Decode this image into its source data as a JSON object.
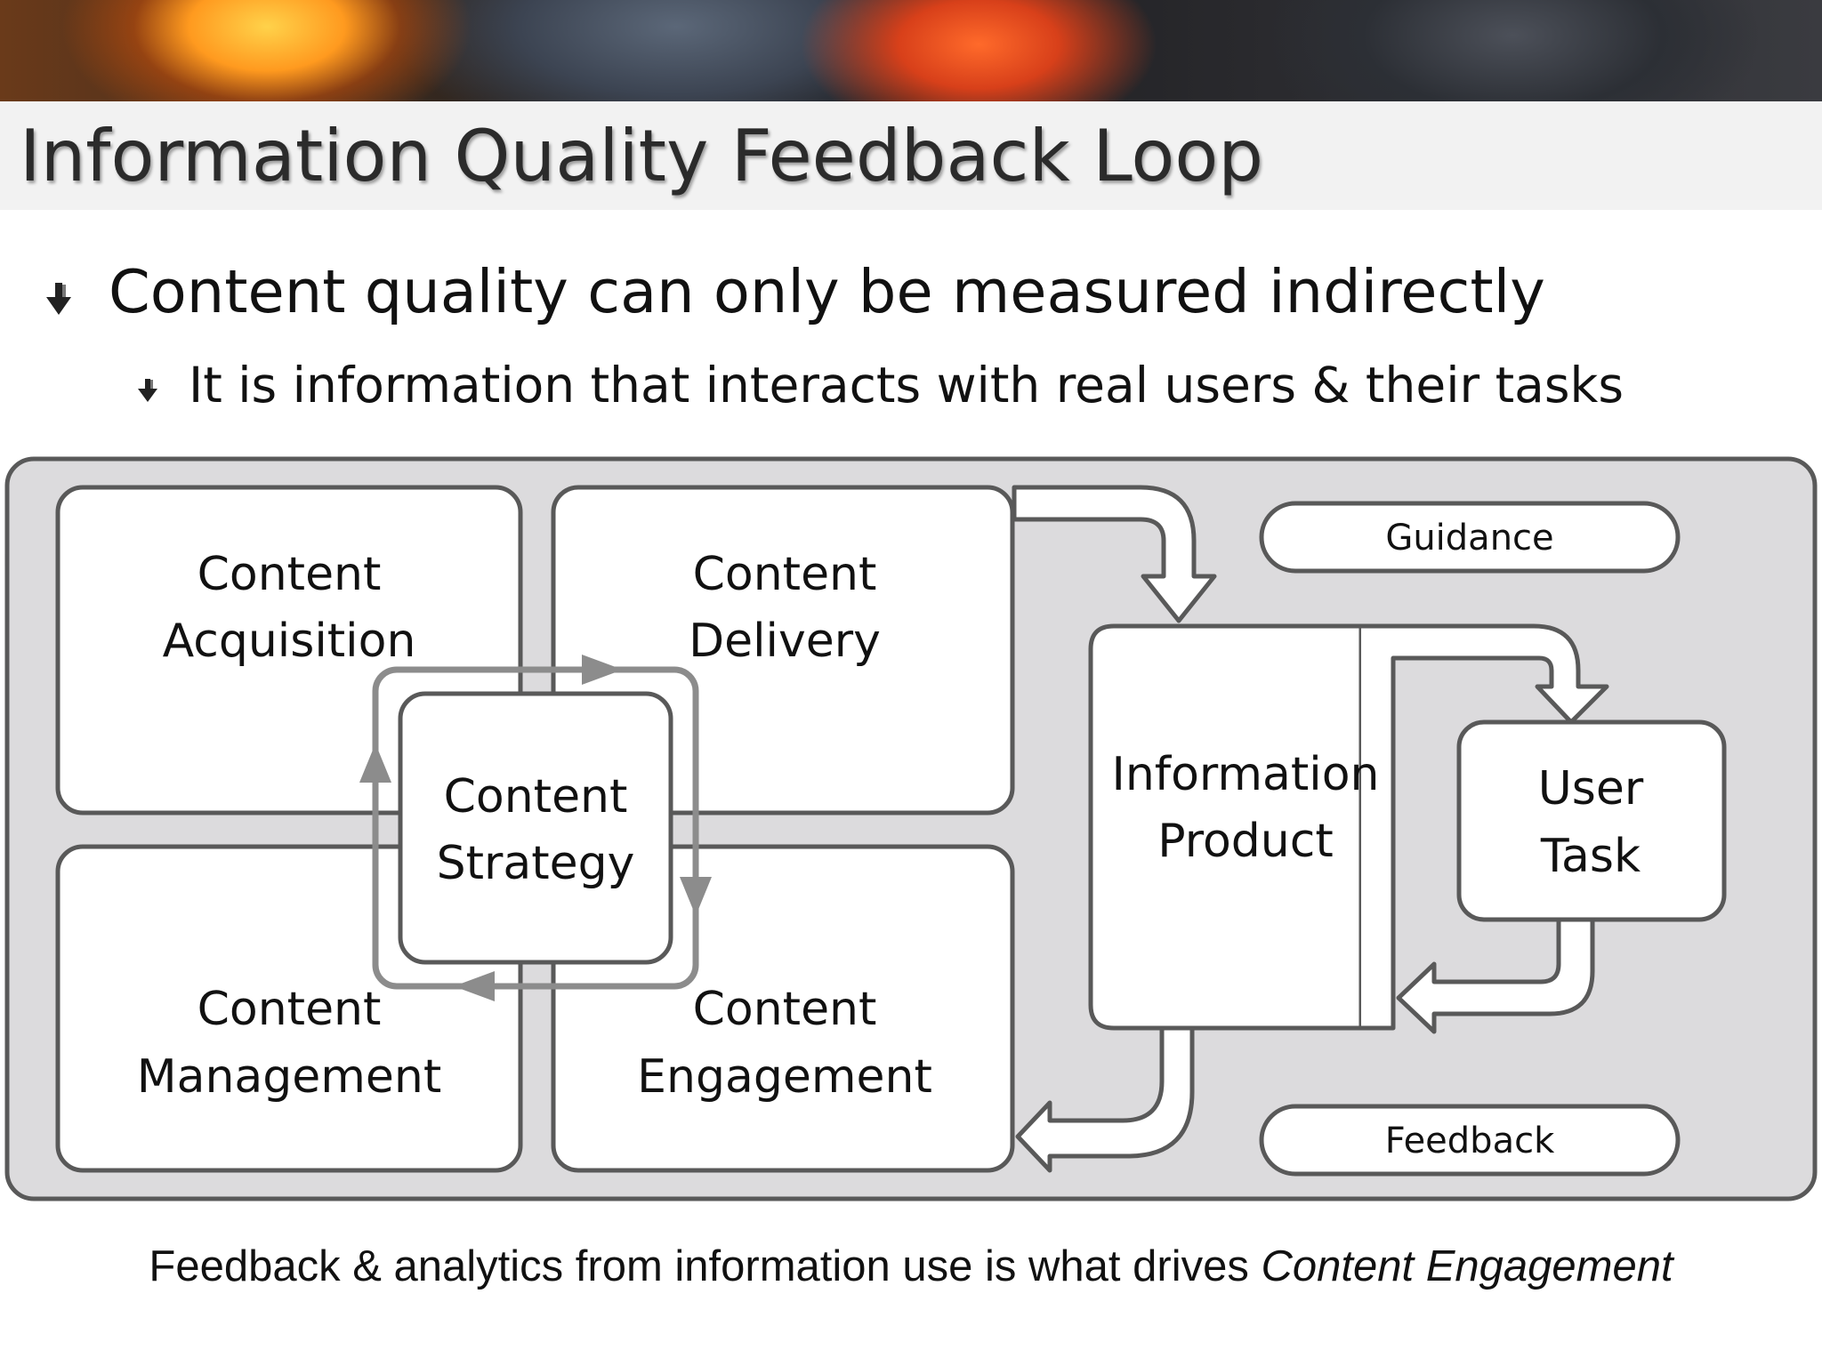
{
  "slide": {
    "title": "Information Quality Feedback Loop",
    "bullets": [
      {
        "level": 1,
        "text": "Content quality can only be measured indirectly"
      },
      {
        "level": 2,
        "text": "It is information that interacts with real users & their tasks"
      }
    ],
    "caption": {
      "main": "Feedback & analytics from information use is what drives",
      "emphasis": "Content Engagement"
    }
  },
  "diagram": {
    "quadrants": {
      "acquisition": [
        "Content",
        "Acquisition"
      ],
      "delivery": [
        "Content",
        "Delivery"
      ],
      "management": [
        "Content",
        "Management"
      ],
      "engagement": [
        "Content",
        "Engagement"
      ]
    },
    "center": [
      "Content",
      "Strategy"
    ],
    "information_product": [
      "Information",
      "Product"
    ],
    "user_task": [
      "User",
      "Task"
    ],
    "guidance_label": "Guidance",
    "feedback_label": "Feedback"
  },
  "colors": {
    "panel_bg": "#dcdbdd",
    "box_border": "#595959",
    "loop_arrow": "#8c8c8c",
    "title_bar": "#f2f2f2"
  }
}
